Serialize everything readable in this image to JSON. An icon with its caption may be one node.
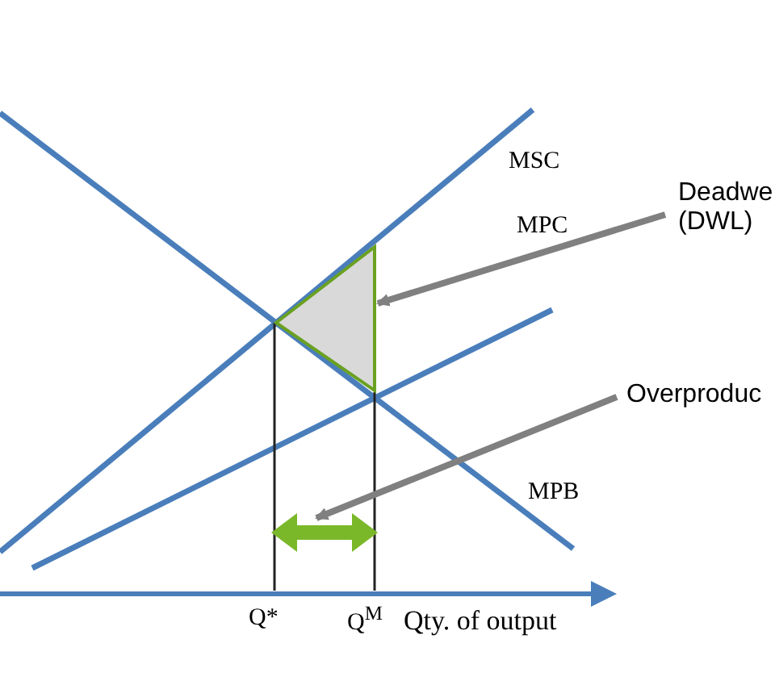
{
  "diagram": {
    "nodes": [
      {
        "text": [
          "Deadwe (DWL)"
        ]
      },
      {
        "text": [],
        "shape": "triangle"
      },
      {
        "text": [
          "Overproduc"
        ]
      },
      {
        "text": [],
        "shape": "arrow"
      }
    ],
    "edges": [
      {
        "from": 0,
        "to": 1,
        "arrow": "to",
        "color": "#808080"
      },
      {
        "from": 2,
        "to": 3,
        "arrow": "to",
        "color": "#808080"
      }
    ],
    "labels": [
      "MSC",
      "MPC",
      "MPB",
      "Q*",
      "Q$^{M}$",
      "Qty. of output"
    ]
  }
}
